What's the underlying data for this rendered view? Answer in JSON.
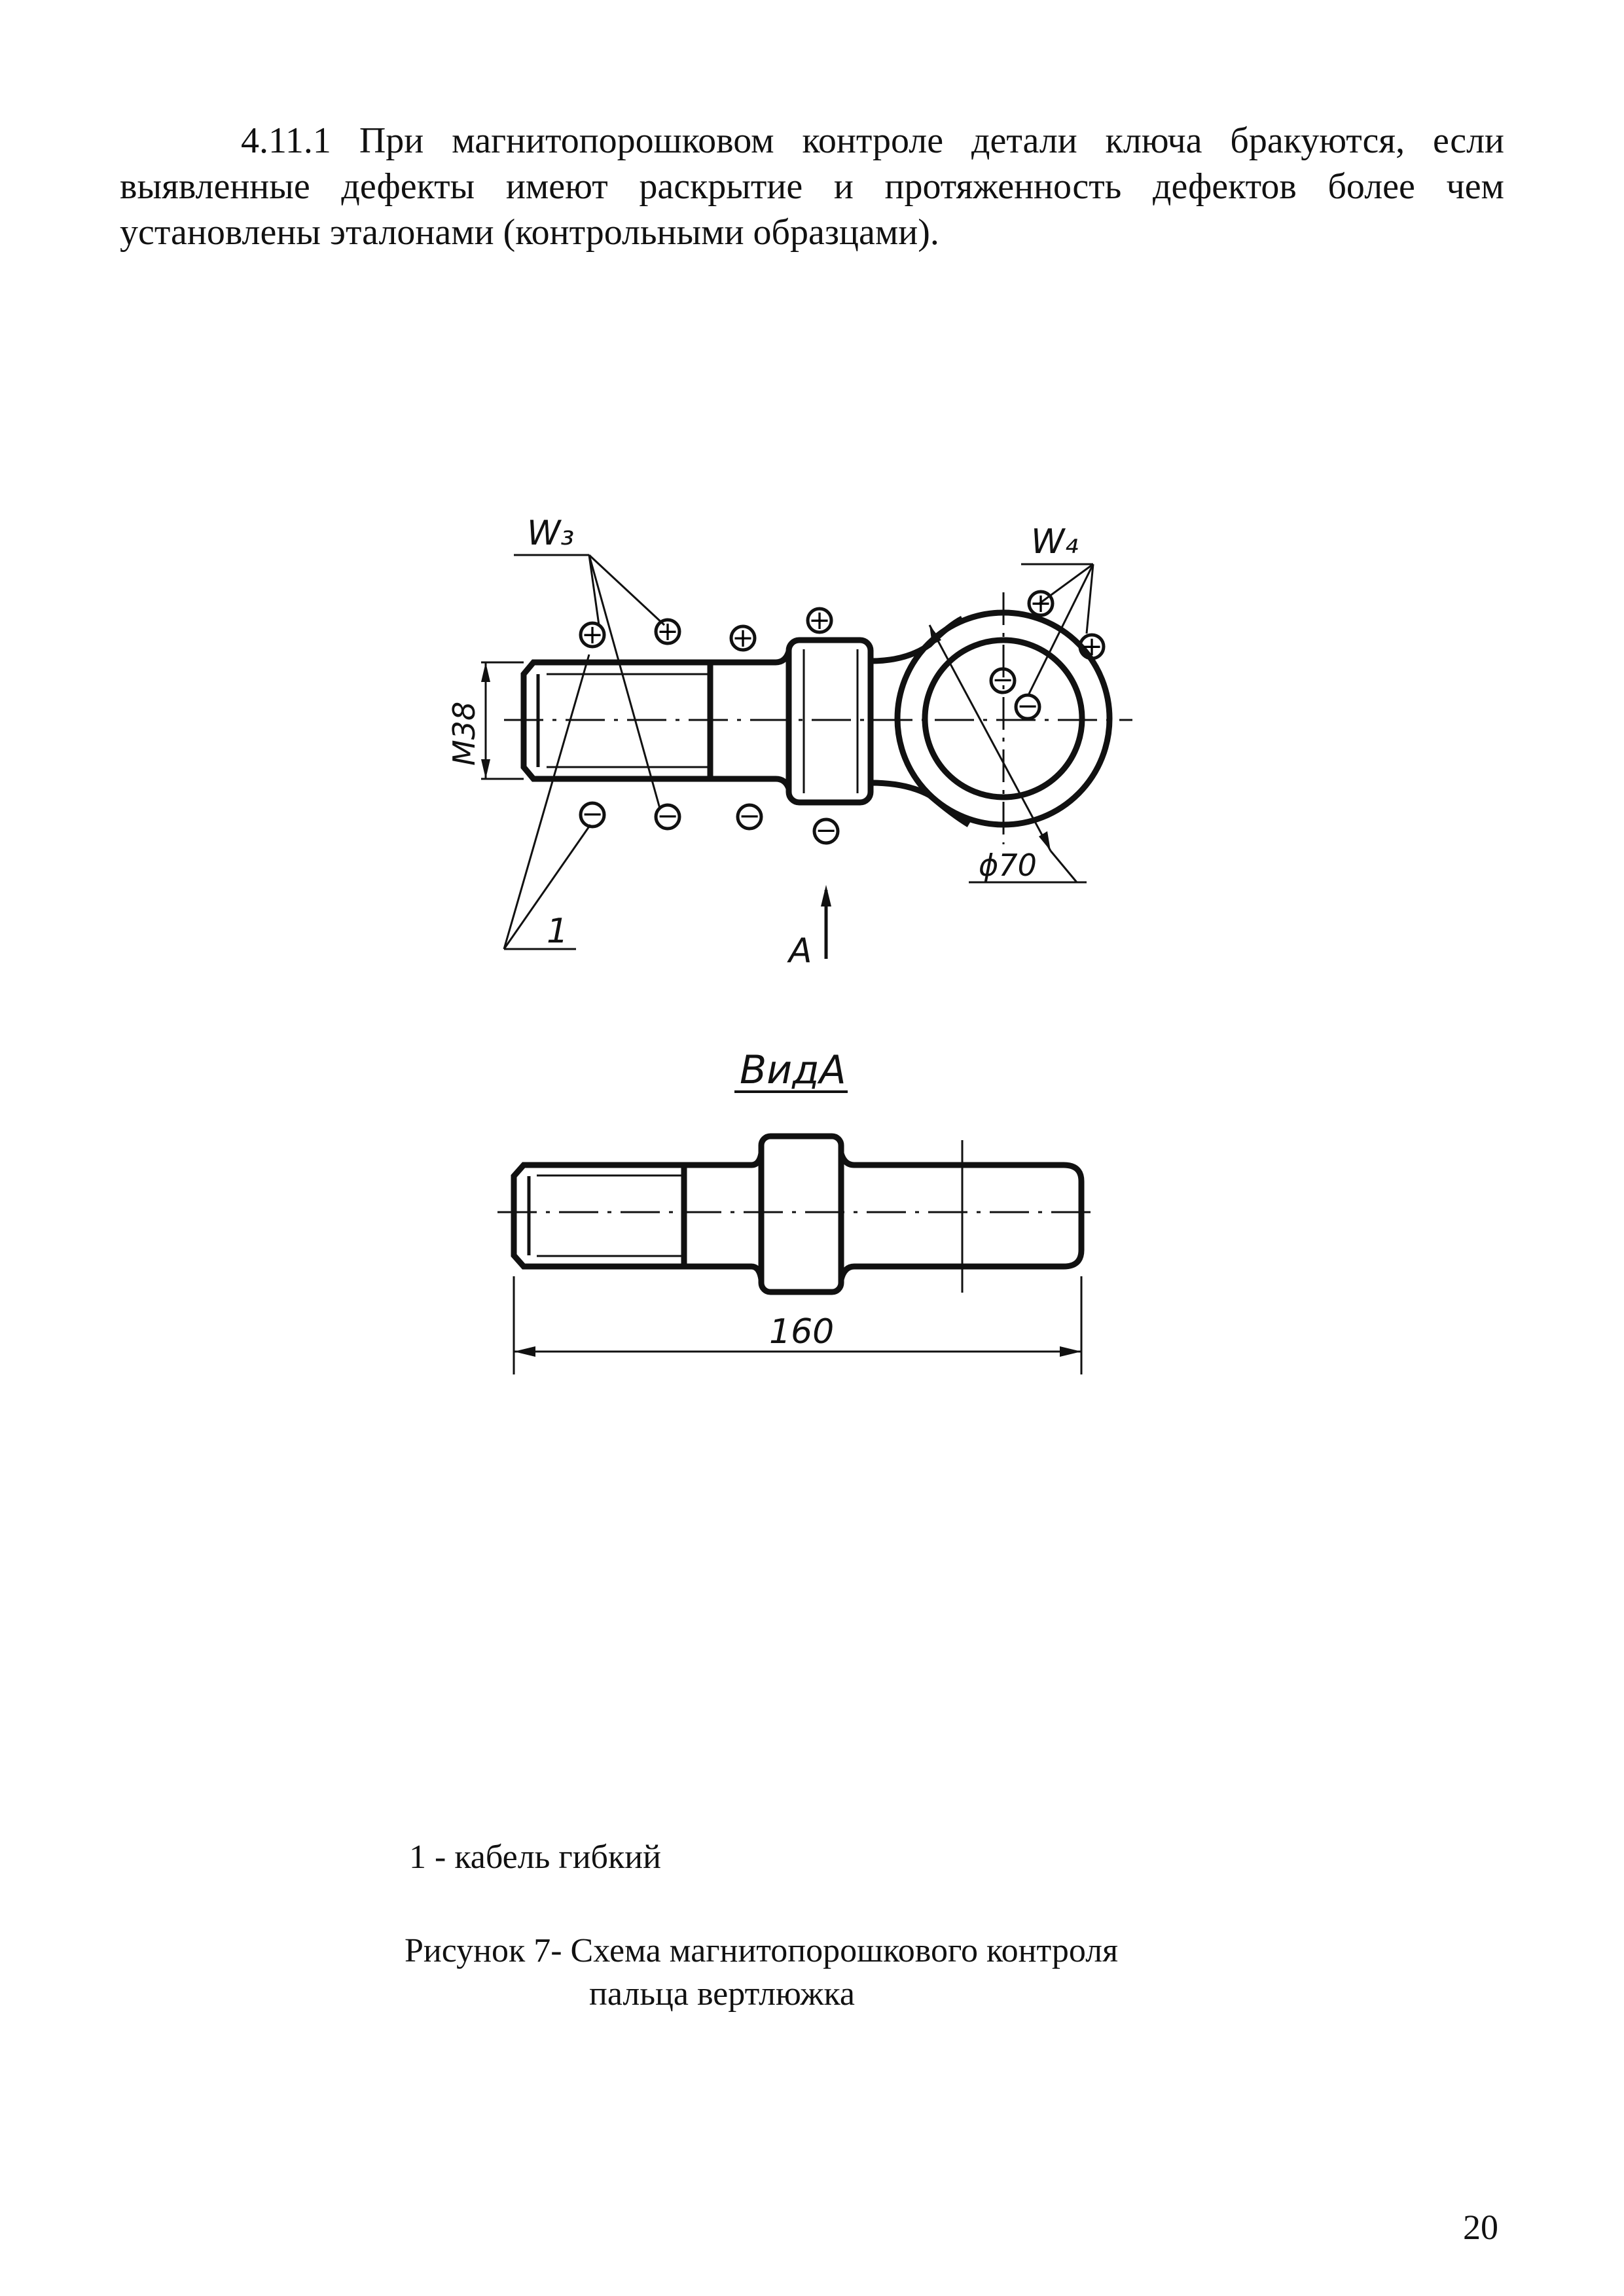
{
  "paragraph": {
    "line1": "4.11.1 При магнитопорошковом контроле детали ключа бракуются, если",
    "line2": "выявленные дефекты имеют раскрытие и протяженность дефектов более чем",
    "line3": "установлены эталонами (контрольными образцами)."
  },
  "drawing": {
    "label_w3": "W₃",
    "label_w4": "W₄",
    "label_thread": "M38",
    "label_diameter": "ϕ70",
    "label_cable": "1",
    "label_view_arrow": "A",
    "view_title": "ВидА",
    "label_length": "160",
    "plus_symbol": "+",
    "minus_symbol": "−"
  },
  "legend": "1 - кабель гибкий",
  "caption": {
    "line1": "Рисунок 7- Схема магнитопорошкового контроля",
    "line2": "пальца вертлюжка"
  },
  "page_number": "20"
}
